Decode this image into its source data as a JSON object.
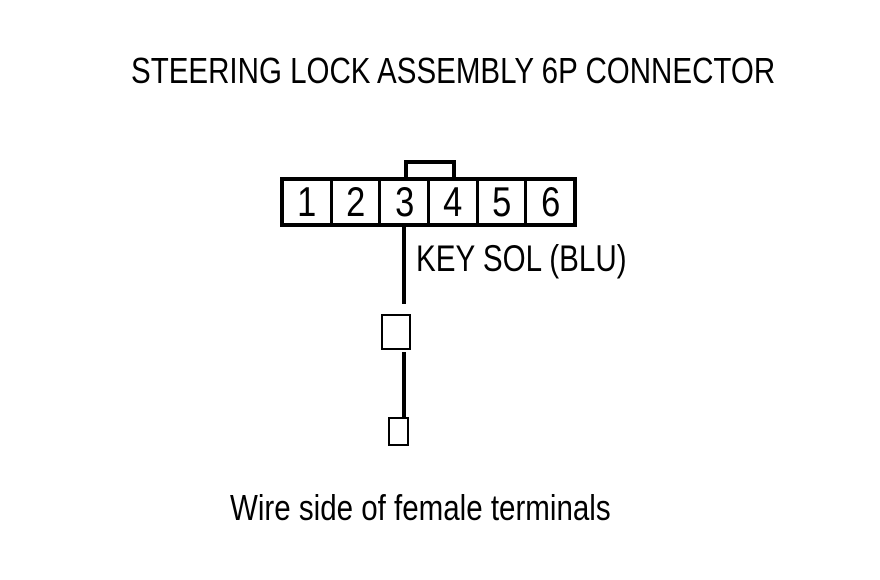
{
  "page": {
    "background_color": "#ffffff",
    "line_color": "#000000"
  },
  "title": "STEERING LOCK ASSEMBLY 6P CONNECTOR",
  "connector": {
    "pin_count": "6P",
    "pins": [
      "1",
      "2",
      "3",
      "4",
      "5",
      "6"
    ],
    "wired_pin": "3",
    "wire_label": "KEY SOL (BLU)",
    "wire_color": "BLU"
  },
  "caption": "Wire side of female terminals"
}
